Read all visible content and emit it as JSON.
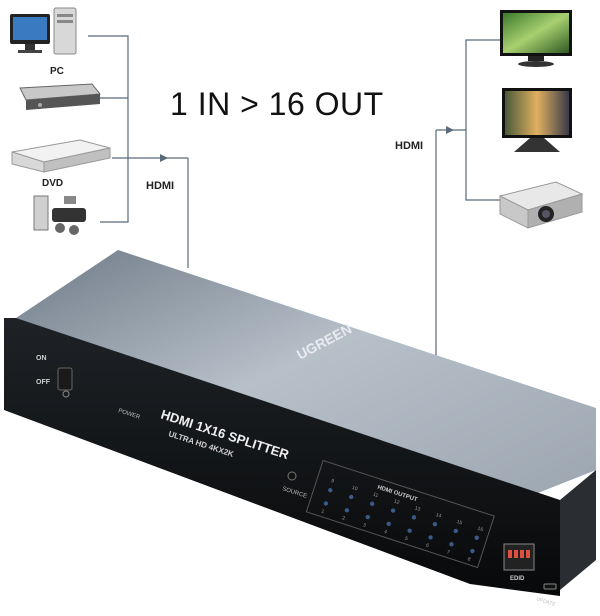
{
  "headline": "1 IN > 16 OUT",
  "sources": {
    "pc_label": "PC",
    "dvd_label": "DVD"
  },
  "connections": {
    "left_label": "HDMI",
    "right_label": "HDMI"
  },
  "device": {
    "brand": "UGREEN",
    "title": "HDMI 1X16 SPLITTER",
    "subtitle": "ULTRA HD 4KX2K",
    "power_label": "POWER",
    "source_label": "SOURCE",
    "output_label": "HDMI OUTPUT",
    "switch_on": "ON",
    "switch_off": "OFF",
    "edid_label": "EDID",
    "update_label": "UPDATE",
    "port_numbers_top": [
      "9",
      "10",
      "11",
      "12",
      "13",
      "14",
      "15",
      "16"
    ],
    "port_numbers_bottom": [
      "1",
      "2",
      "3",
      "4",
      "5",
      "6",
      "7",
      "8"
    ]
  },
  "colors": {
    "line": "#5a6a7a",
    "device_top": "#8a95a0",
    "device_front": "#101214",
    "led": "#3a5a8a"
  }
}
